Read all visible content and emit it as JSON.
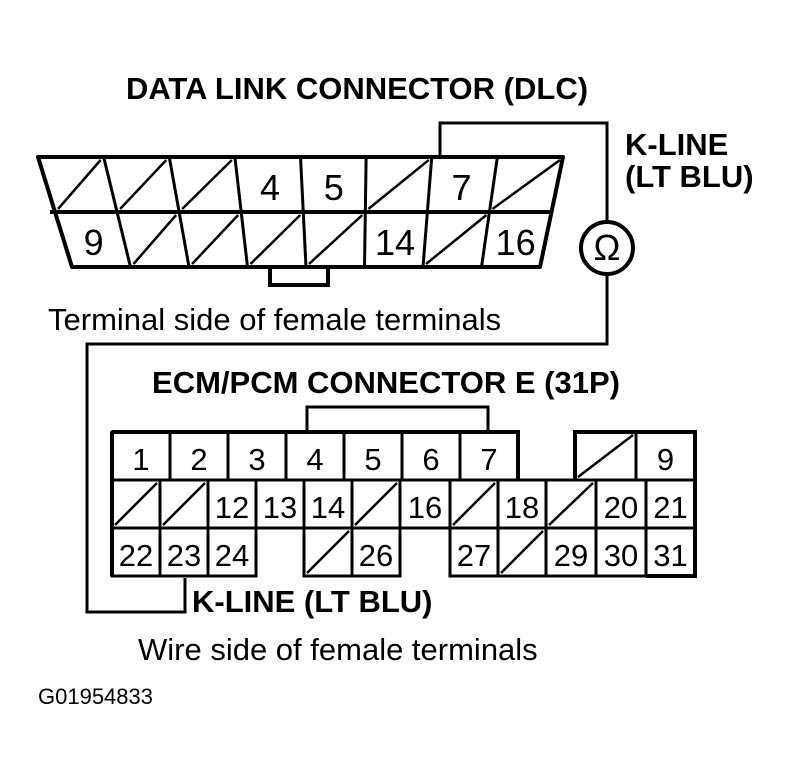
{
  "dlc": {
    "title": "DATA LINK CONNECTOR (DLC)",
    "top_row_labels": [
      "",
      "",
      "",
      "4",
      "5",
      "",
      "7",
      ""
    ],
    "bottom_row_labels": [
      "9",
      "",
      "",
      "",
      "",
      "14",
      "",
      "16"
    ],
    "caption": "Terminal side of female terminals"
  },
  "k_line_dlc": {
    "line1": "K-LINE",
    "line2": "(LT BLU)"
  },
  "meter": {
    "symbol": "Ω"
  },
  "ecm": {
    "title": "ECM/PCM CONNECTOR E (31P)",
    "row1": [
      {
        "label": "1"
      },
      {
        "label": "2"
      },
      {
        "label": "3"
      },
      {
        "label": "4"
      },
      {
        "label": "5"
      },
      {
        "label": "6"
      },
      {
        "label": "7"
      },
      {
        "label": ""
      },
      {
        "label": "9"
      }
    ],
    "row2": [
      {
        "label": ""
      },
      {
        "label": ""
      },
      {
        "label": "12"
      },
      {
        "label": "13"
      },
      {
        "label": "14"
      },
      {
        "label": ""
      },
      {
        "label": "16"
      },
      {
        "label": ""
      },
      {
        "label": "18"
      },
      {
        "label": ""
      },
      {
        "label": "20"
      },
      {
        "label": "21"
      }
    ],
    "row3": [
      {
        "label": "22"
      },
      {
        "label": "23"
      },
      {
        "label": "24"
      },
      {
        "label": ""
      },
      {
        "label": "26"
      },
      {
        "label": "27"
      },
      {
        "label": ""
      },
      {
        "label": "29"
      },
      {
        "label": "30"
      },
      {
        "label": "31"
      }
    ],
    "k_line_label": "K-LINE (LT BLU)",
    "caption": "Wire side of female terminals"
  },
  "figure_code": "G01954833"
}
